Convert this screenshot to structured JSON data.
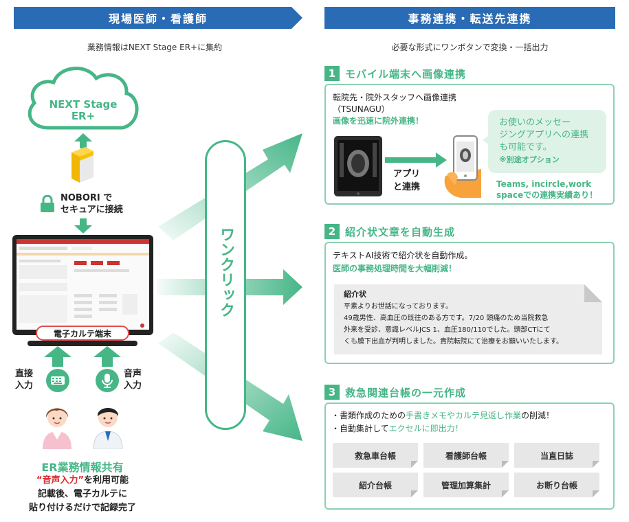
{
  "left": {
    "banner": "現場医師・看護師",
    "subtitle": "業務情報はNEXT Stage ER+に集約",
    "cloud_line1": "NEXT Stage",
    "cloud_line2": "ER+",
    "secure_line1": "NOBORI で",
    "secure_line2": "セキュアに接続",
    "ehr_label": "電子カルテ端末",
    "direct_line1": "直接",
    "direct_line2": "入力",
    "voice_line1": "音声",
    "voice_line2": "入力",
    "share_title": "ER業務情報共有",
    "voice_quote": "“音声入力”",
    "voice_rest": "を利用可能",
    "line2": "記載後、電子カルテに",
    "line3": "貼り付けるだけで記録完了"
  },
  "center": {
    "oneclick": "ワンクリック"
  },
  "right": {
    "banner": "事務連携・転送先連携",
    "subtitle": "必要な形式にワンボタンで変換・一括出力",
    "sections": [
      {
        "number": "1",
        "title": "モバイル端末へ画像連携",
        "line1": "転院先・院外スタッフへ画像連携",
        "line2": "（TSUNAGU）",
        "highlight": "画像を迅速に院外連携！",
        "app_line1": "アプリ",
        "app_line2": "と連携",
        "bubble_line1": "お使いのメッセー",
        "bubble_line2": "ジングアプリへの連携",
        "bubble_line3": "も可能です。",
        "bubble_note": "※別途オプション",
        "teams_line1": "Teams, incircle,work",
        "teams_line2": "spaceでの連携実績あり！"
      },
      {
        "number": "2",
        "title": "紹介状文章を自動生成",
        "line1": "テキストAI技術で紹介状を自動作成。",
        "highlight": "医師の事務処理時間を大幅削減！",
        "letter_title": "紹介状",
        "letter_lines": [
          "平素よりお世話になっております。",
          "49歳男性、高血圧の既往のある方です。7/20 頭痛のため当院救急",
          "外来を受診、意識レベルJCS 1、血圧180/110でした。頭部CTにて",
          "くも膜下出血が判明しました。貴院転院にて治療をお願いいたします。"
        ]
      },
      {
        "number": "3",
        "title": "救急関連台帳の一元作成",
        "bullet1_pre": "・書類作成のための",
        "bullet1_hl": "手書きメモやカルテ見返し作業",
        "bullet1_post": "の削減！",
        "bullet2_pre": "・自動集計して",
        "bullet2_hl": "エクセルに即出力！",
        "ledgers": [
          "救急車台帳",
          "看護師台帳",
          "当直日誌",
          "紹介台帳",
          "管理加算集計",
          "お断り台帳"
        ]
      }
    ]
  },
  "colors": {
    "banner_blue": "#2a6bb5",
    "accent_green": "#46b687",
    "light_green": "#8bd0b1",
    "red": "#d7262b"
  }
}
